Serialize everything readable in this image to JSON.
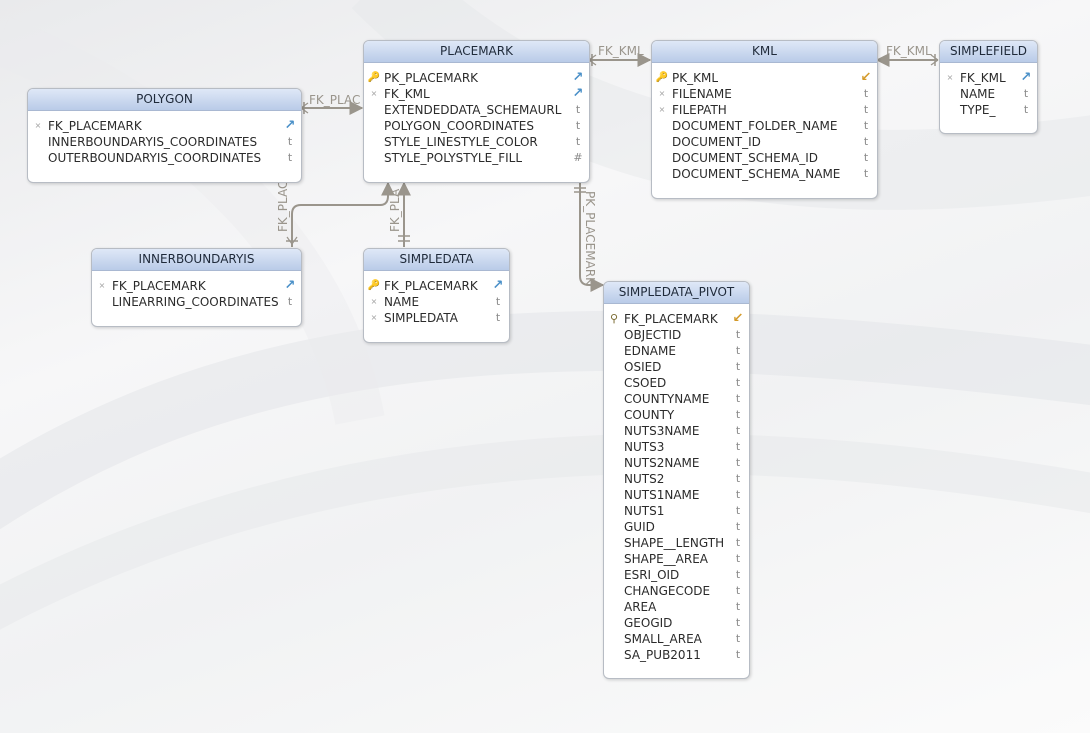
{
  "diagram": {
    "tables": [
      {
        "id": "placemark",
        "title": "PLACEMARK",
        "columns": [
          {
            "name": "PK_PLACEMARK",
            "key": "pk",
            "type": "fk-arrow"
          },
          {
            "name": "FK_KML",
            "key": "dot",
            "type": "fk-arrow"
          },
          {
            "name": "EXTENDEDDATA_SCHEMAURL",
            "key": "",
            "type": "t"
          },
          {
            "name": "POLYGON_COORDINATES",
            "key": "",
            "type": "t"
          },
          {
            "name": "STYLE_LINESTYLE_COLOR",
            "key": "",
            "type": "t"
          },
          {
            "name": "STYLE_POLYSTYLE_FILL",
            "key": "",
            "type": "#"
          }
        ]
      },
      {
        "id": "kml",
        "title": "KML",
        "columns": [
          {
            "name": "PK_KML",
            "key": "pk",
            "type": "pk-arrow"
          },
          {
            "name": "FILENAME",
            "key": "dot",
            "type": "t"
          },
          {
            "name": "FILEPATH",
            "key": "dot",
            "type": "t"
          },
          {
            "name": "DOCUMENT_FOLDER_NAME",
            "key": "",
            "type": "t"
          },
          {
            "name": "DOCUMENT_ID",
            "key": "",
            "type": "t"
          },
          {
            "name": "DOCUMENT_SCHEMA_ID",
            "key": "",
            "type": "t"
          },
          {
            "name": "DOCUMENT_SCHEMA_NAME",
            "key": "",
            "type": "t"
          }
        ]
      },
      {
        "id": "simplefield",
        "title": "SIMPLEFIELD",
        "columns": [
          {
            "name": "FK_KML",
            "key": "dot",
            "type": "fk-arrow"
          },
          {
            "name": "NAME",
            "key": "",
            "type": "t"
          },
          {
            "name": "TYPE_",
            "key": "",
            "type": "t"
          }
        ]
      },
      {
        "id": "polygon",
        "title": "POLYGON",
        "columns": [
          {
            "name": "FK_PLACEMARK",
            "key": "dot",
            "type": "fk-arrow"
          },
          {
            "name": "INNERBOUNDARYIS_COORDINATES",
            "key": "",
            "type": "t"
          },
          {
            "name": "OUTERBOUNDARYIS_COORDINATES",
            "key": "",
            "type": "t"
          }
        ]
      },
      {
        "id": "innerboundaryis",
        "title": "INNERBOUNDARYIS",
        "columns": [
          {
            "name": "FK_PLACEMARK",
            "key": "dot",
            "type": "fk-arrow"
          },
          {
            "name": "LINEARRING_COORDINATES",
            "key": "",
            "type": "t"
          }
        ]
      },
      {
        "id": "simpledata",
        "title": "SIMPLEDATA",
        "columns": [
          {
            "name": "FK_PLACEMARK",
            "key": "pk",
            "type": "fk-arrow"
          },
          {
            "name": "NAME",
            "key": "dot",
            "type": "t"
          },
          {
            "name": "SIMPLEDATA",
            "key": "dot",
            "type": "t"
          }
        ]
      },
      {
        "id": "simpledata_pivot",
        "title": "SIMPLEDATA_PIVOT",
        "columns": [
          {
            "name": "FK_PLACEMARK",
            "key": "search",
            "type": "pk-arrow"
          },
          {
            "name": "OBJECTID",
            "key": "",
            "type": "t"
          },
          {
            "name": "EDNAME",
            "key": "",
            "type": "t"
          },
          {
            "name": "OSIED",
            "key": "",
            "type": "t"
          },
          {
            "name": "CSOED",
            "key": "",
            "type": "t"
          },
          {
            "name": "COUNTYNAME",
            "key": "",
            "type": "t"
          },
          {
            "name": "COUNTY",
            "key": "",
            "type": "t"
          },
          {
            "name": "NUTS3NAME",
            "key": "",
            "type": "t"
          },
          {
            "name": "NUTS3",
            "key": "",
            "type": "t"
          },
          {
            "name": "NUTS2NAME",
            "key": "",
            "type": "t"
          },
          {
            "name": "NUTS2",
            "key": "",
            "type": "t"
          },
          {
            "name": "NUTS1NAME",
            "key": "",
            "type": "t"
          },
          {
            "name": "NUTS1",
            "key": "",
            "type": "t"
          },
          {
            "name": "GUID",
            "key": "",
            "type": "t"
          },
          {
            "name": "SHAPE__LENGTH",
            "key": "",
            "type": "t"
          },
          {
            "name": "SHAPE__AREA",
            "key": "",
            "type": "t"
          },
          {
            "name": "ESRI_OID",
            "key": "",
            "type": "t"
          },
          {
            "name": "CHANGECODE",
            "key": "",
            "type": "t"
          },
          {
            "name": "AREA",
            "key": "",
            "type": "t"
          },
          {
            "name": "GEOGID",
            "key": "",
            "type": "t"
          },
          {
            "name": "SMALL_AREA",
            "key": "",
            "type": "t"
          },
          {
            "name": "SA_PUB2011",
            "key": "",
            "type": "t"
          }
        ]
      }
    ],
    "relations": [
      {
        "id": "rel-placemark-kml",
        "label": "FK_KML"
      },
      {
        "id": "rel-simplefield-kml",
        "label": "FK_KML"
      },
      {
        "id": "rel-polygon-placemark",
        "label": "FK_PLAC"
      },
      {
        "id": "rel-innerboundaryis-placemark",
        "label": "FK_PLAC"
      },
      {
        "id": "rel-simpledata-placemark",
        "label": "FK_PLA"
      },
      {
        "id": "rel-pivot-placemark",
        "label": "PK_PLACEMARK"
      }
    ]
  }
}
